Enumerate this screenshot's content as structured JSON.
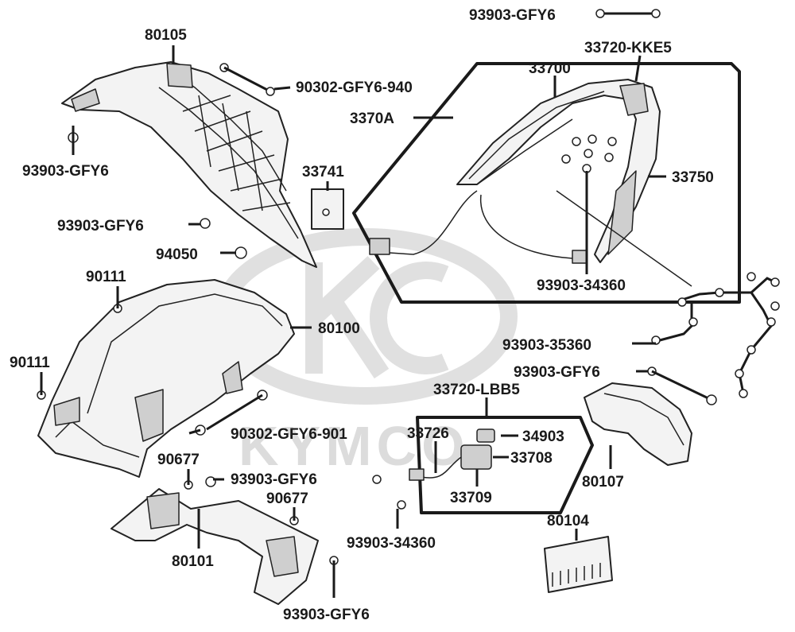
{
  "watermark": {
    "text": "KYMCO",
    "color": "#dcdcdc"
  },
  "labels": {
    "l80105": "80105",
    "l90302_940": "90302-GFY6-940",
    "l93903_gfy6_top": "93903-GFY6",
    "l33720_kke5": "33720-KKE5",
    "l33700": "33700",
    "l3370a": "3370A",
    "l93903_gfy6_left": "93903-GFY6",
    "l33741": "33741",
    "l33750": "33750",
    "l93903_gfy6_mid": "93903-GFY6",
    "l94050": "94050",
    "l90111_a": "90111",
    "l93903_34360_a": "93903-34360",
    "l80100": "80100",
    "l93903_35360": "93903-35360",
    "l90111_b": "90111",
    "l93903_gfy6_right": "93903-GFY6",
    "l33720_lbb5": "33720-LBB5",
    "l90302_901": "90302-GFY6-901",
    "l33726": "33726",
    "l34903": "34903",
    "l33708": "33708",
    "l90677_a": "90677",
    "l93903_gfy6_c": "93903-GFY6",
    "l80107": "80107",
    "l90677_b": "90677",
    "l33709": "33709",
    "l80104": "80104",
    "l93903_34360_b": "93903-34360",
    "l80101": "80101",
    "l93903_gfy6_bottom": "93903-GFY6"
  }
}
